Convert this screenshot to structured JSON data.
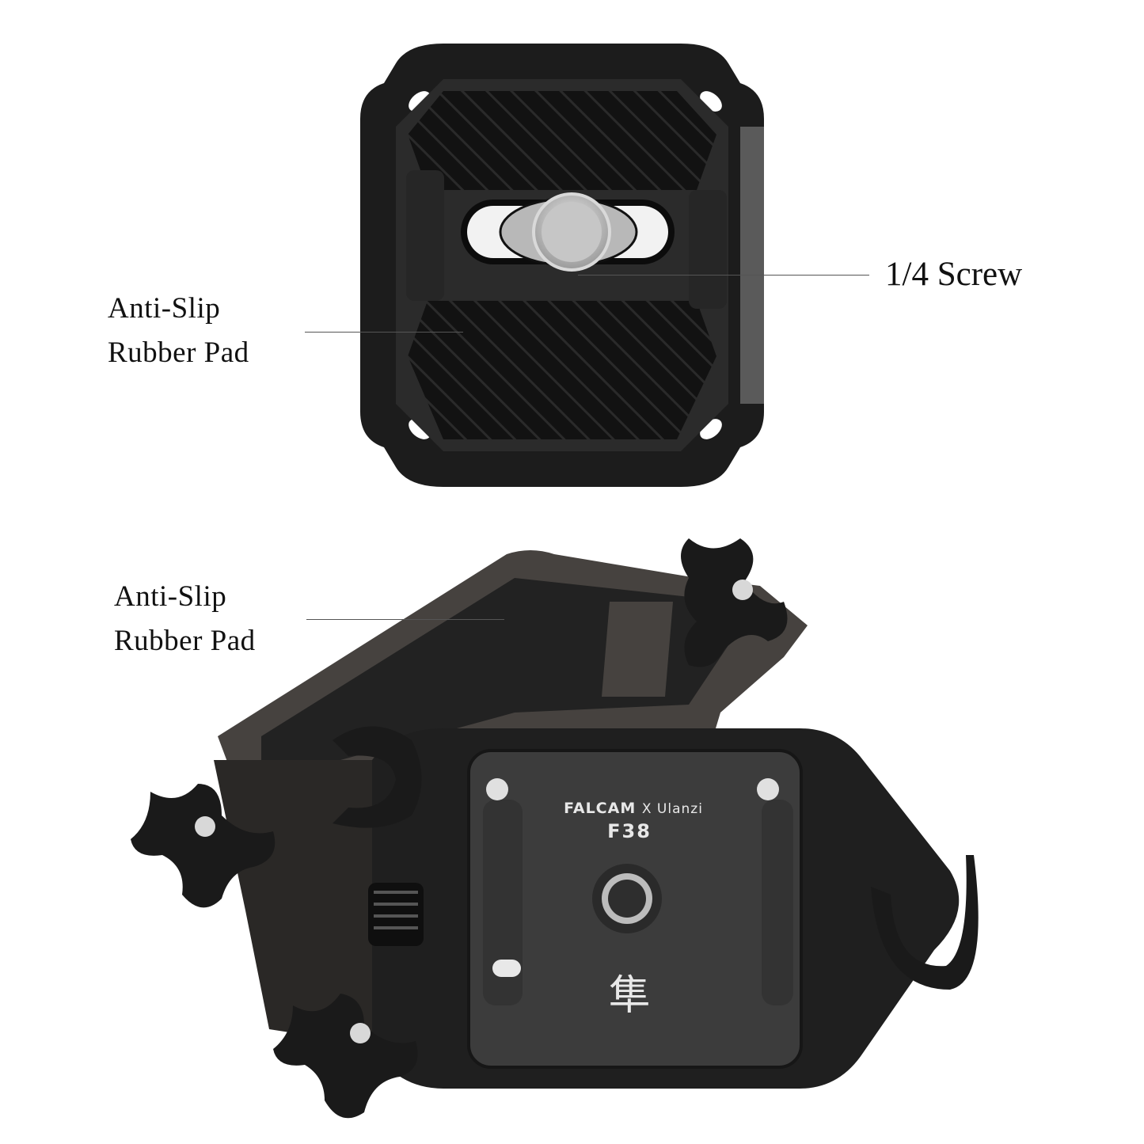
{
  "top_product": {
    "callouts": [
      {
        "line1": "Anti-Slip",
        "line2": "Rubber Pad"
      },
      {
        "text": "1/4 Screw"
      }
    ]
  },
  "bottom_product": {
    "callouts": [
      {
        "line1": "Anti-Slip",
        "line2": "Rubber Pad"
      }
    ],
    "brand": {
      "name": "FALCAM",
      "collab": "X Ulanzi",
      "model": "F38",
      "emblem": "隼"
    }
  },
  "colors": {
    "background": "#ffffff",
    "plate_body": "#1e1e1e",
    "rubber_pad": "#141414",
    "metal_frame": "#4a4744",
    "top_plate": "#3a3a3a",
    "screw": "#c8c8c8",
    "text": "#111111"
  }
}
